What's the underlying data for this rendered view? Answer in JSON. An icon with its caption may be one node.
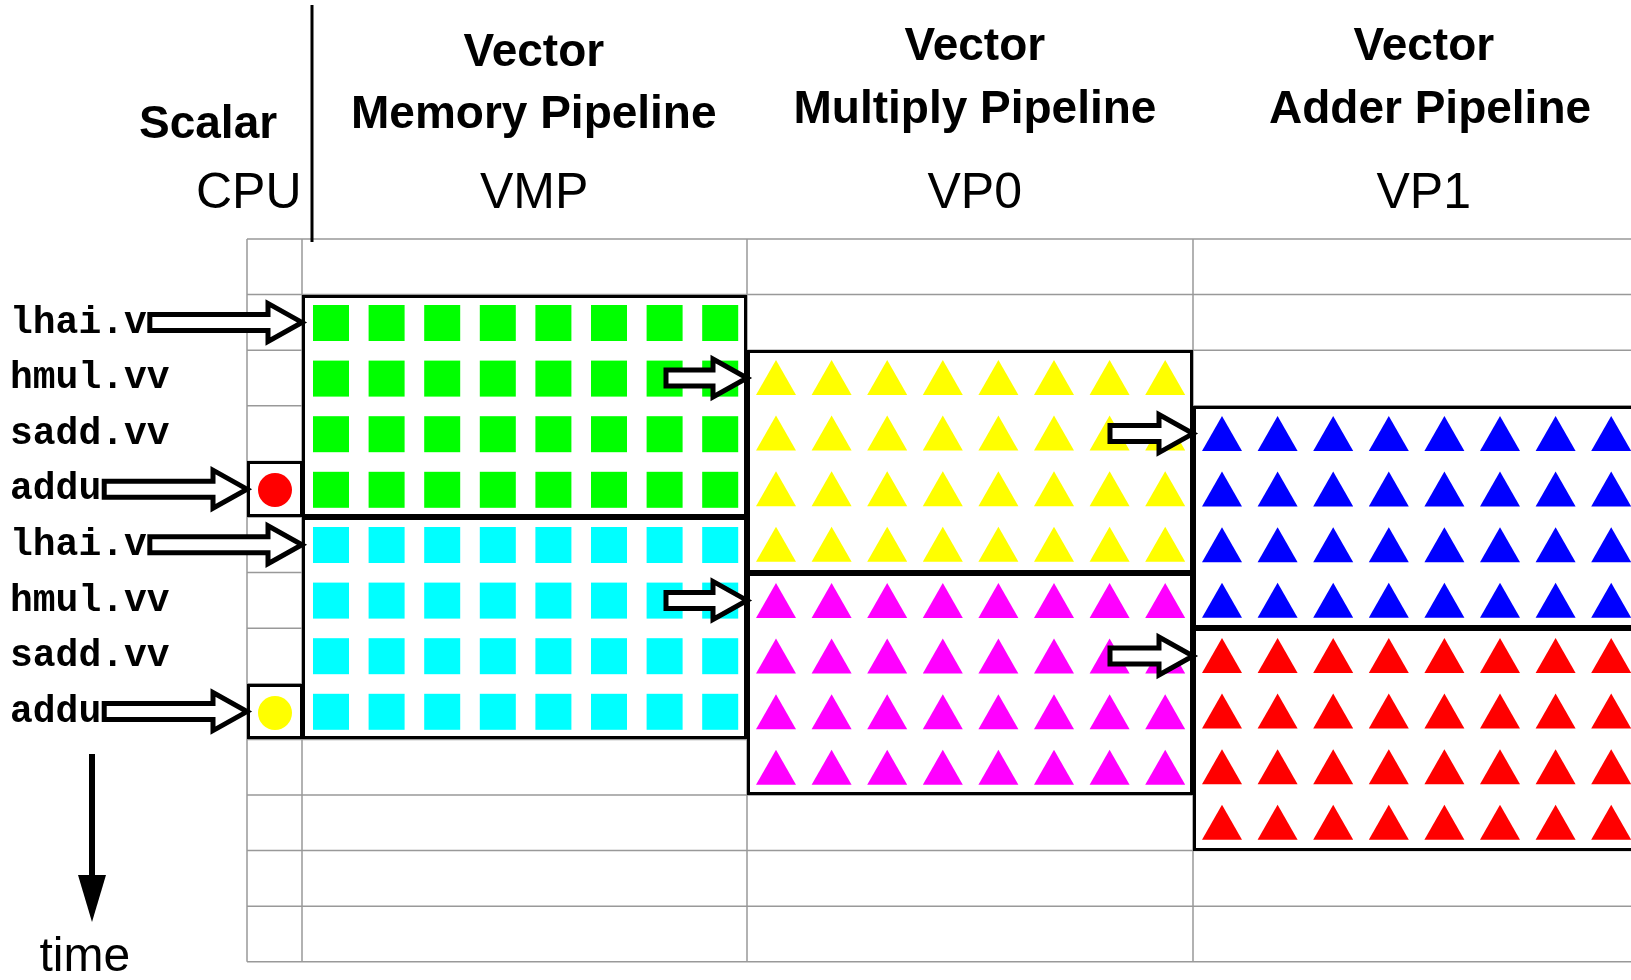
{
  "diagram": {
    "nodes": [
      {
        "text": [
          "lhai.v"
        ]
      },
      {
        "text": [
          "hmul.vv"
        ]
      },
      {
        "text": [
          "sadd.vv"
        ]
      },
      {
        "text": [
          "addu"
        ]
      },
      {
        "text": [
          "lhai.v"
        ]
      },
      {
        "text": [
          "hmul.vv"
        ]
      },
      {
        "text": [
          "sadd.vv"
        ]
      },
      {
        "text": [
          "addu"
        ]
      },
      {
        "text": [],
        "shape": "box"
      },
      {
        "text": [],
        "shape": "box"
      },
      {
        "text": [],
        "shape": "box"
      },
      {
        "text": [],
        "shape": "box"
      },
      {
        "text": [],
        "shape": "box"
      },
      {
        "text": [],
        "shape": "box"
      },
      {
        "text": [],
        "shape": "box"
      },
      {
        "text": [],
        "shape": "box"
      }
    ],
    "edges": [
      {
        "from": 0,
        "to": 8,
        "arrow": "to"
      },
      {
        "from": null,
        "to": 9,
        "arrow": "to"
      },
      {
        "from": null,
        "to": 10,
        "arrow": "to"
      },
      {
        "from": 3,
        "to": 11,
        "arrow": "to"
      },
      {
        "from": 4,
        "to": 12,
        "arrow": "to"
      },
      {
        "from": null,
        "to": 13,
        "arrow": "to"
      },
      {
        "from": null,
        "to": 14,
        "arrow": "to"
      },
      {
        "from": 7,
        "to": 15,
        "arrow": "to"
      }
    ],
    "labels": [
      "Vector",
      "Vector",
      "Vector",
      "Scalar",
      "Memory Pipeline",
      "Multiply Pipeline",
      "Adder Pipeline",
      "CPU",
      "VMP",
      "VP0",
      "VP1",
      "time"
    ]
  }
}
